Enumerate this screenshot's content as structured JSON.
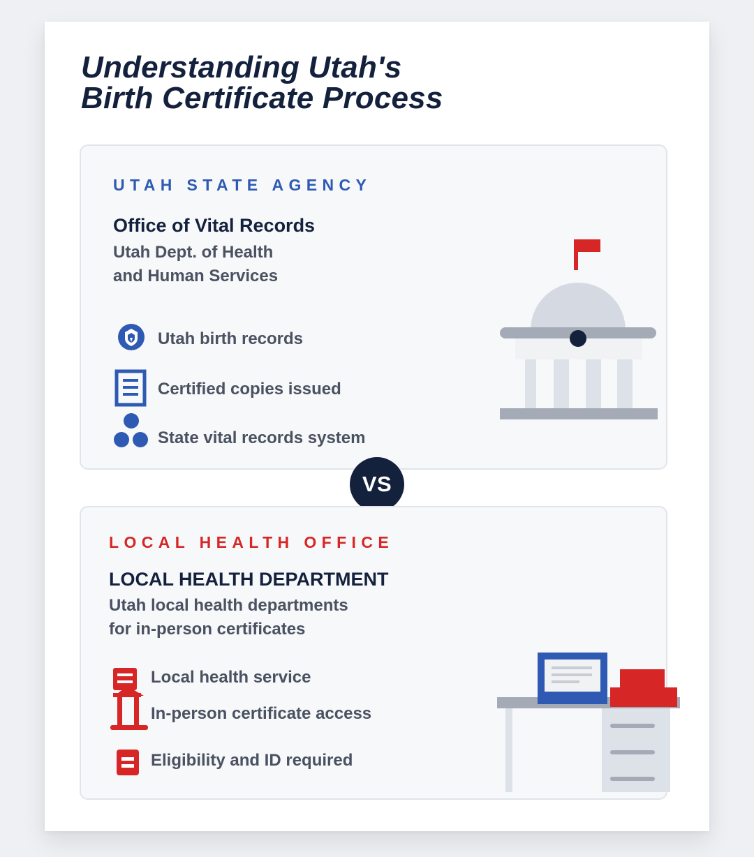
{
  "title": {
    "line1": "Understanding Utah's",
    "line2": "Birth Certificate Process"
  },
  "state": {
    "eyebrow": "UTAH STATE AGENCY",
    "heading": "Office of Vital Records",
    "sub_line1": "Utah Dept. of Health",
    "sub_line2": "and Human Services",
    "features": [
      "Utah birth records",
      "Certified copies issued",
      "State vital records system"
    ],
    "accent": "#2f5ab3",
    "illustration": "capitol-building-icon"
  },
  "divider": {
    "label": "VS"
  },
  "local": {
    "eyebrow": "LOCAL HEALTH OFFICE",
    "heading": "LOCAL HEALTH DEPARTMENT",
    "sub_line1": "Utah local health departments",
    "sub_line2": "for in-person certificates",
    "features": [
      "Local health service",
      "In-person certificate access",
      "Eligibility and ID required"
    ],
    "accent": "#d72626",
    "illustration": "office-desk-icon"
  }
}
